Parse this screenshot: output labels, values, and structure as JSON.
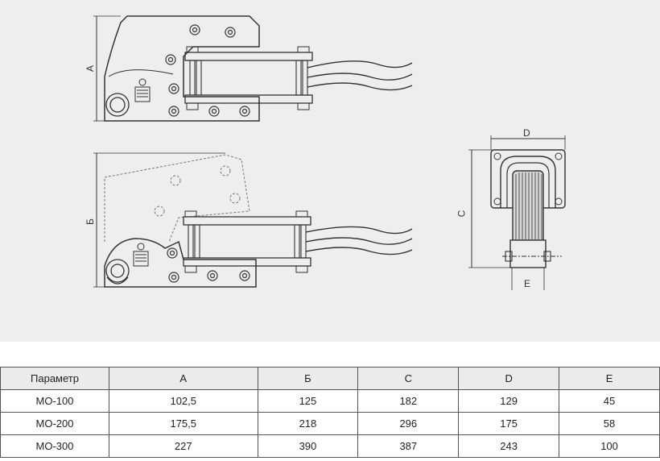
{
  "drawing": {
    "dim_labels": {
      "a": "A",
      "b": "Б",
      "c": "C",
      "d": "D",
      "e": "E"
    }
  },
  "table": {
    "headers": [
      "Параметр",
      "A",
      "Б",
      "C",
      "D",
      "E"
    ],
    "rows": [
      [
        "МО-100",
        "102,5",
        "125",
        "182",
        "129",
        "45"
      ],
      [
        "МО-200",
        "175,5",
        "218",
        "296",
        "175",
        "58"
      ],
      [
        "МО-300",
        "227",
        "390",
        "387",
        "243",
        "100"
      ]
    ]
  }
}
